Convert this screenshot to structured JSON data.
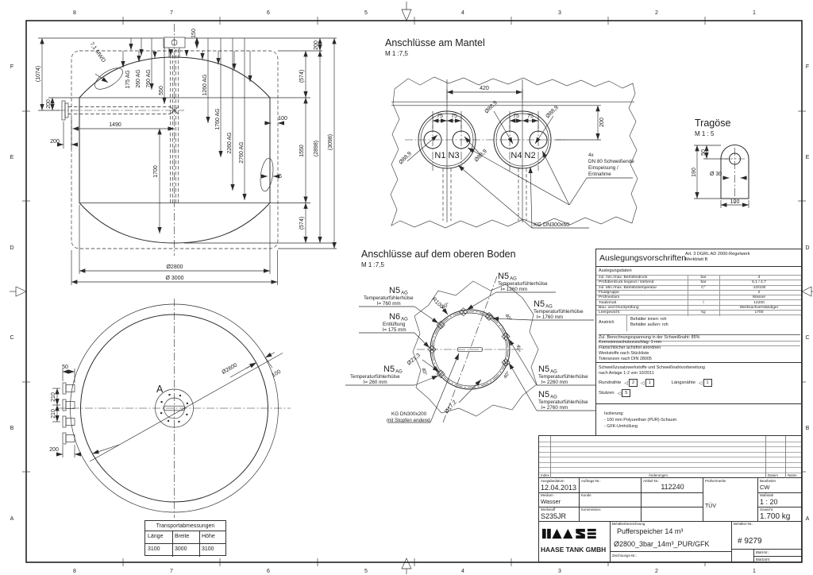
{
  "sheet": {
    "cols": [
      "8",
      "7",
      "6",
      "5",
      "4",
      "3",
      "2",
      "1"
    ],
    "rows": [
      "F",
      "E",
      "D",
      "C",
      "B",
      "A"
    ]
  },
  "elevation": {
    "mwd": "7,1 MWD",
    "dims": {
      "d150": "150",
      "d1074": "(1074)",
      "d200a": "200",
      "d200b": "200",
      "d1490": "1490",
      "d175": "175 AG",
      "d260": "260 AG",
      "d760": "760 AG",
      "d550": "550",
      "d1260": "1260 AG",
      "d1760": "1760 AG",
      "d2260": "2260 AG",
      "d2760": "2760 AG",
      "d1700": "1700",
      "d100": "100",
      "d6": "6",
      "d574a": "(574)",
      "d1550": "1550",
      "d574b": "(574)",
      "d2898": "(2898)",
      "d3098": "(3098)",
      "d200c": "200",
      "d2800": "Ø2800",
      "d3000": "Ø 3000"
    }
  },
  "mantel": {
    "title": "Anschlüsse am Mantel",
    "scale": "M 1 :7,5",
    "d420": "420",
    "d200": "200",
    "d75": "75",
    "dia": "Ø88,9",
    "n13": "N1 N3",
    "n42": "N4 N2",
    "note": [
      "4x",
      "DN 80 Schweißende",
      "Einspeisung /",
      "Entnahme"
    ],
    "kg": "KG DN300x60"
  },
  "tragoese": {
    "title": "Tragöse",
    "scale": "M 1 : 5",
    "d50": "50",
    "d190": "190",
    "d30": "Ø 30",
    "d100": "100"
  },
  "boden": {
    "title": "Anschlüsse auf dem oberen Boden",
    "scale": "M 1 :7,5",
    "labels": [
      {
        "tag": "N5",
        "sub": "AG",
        "l1": "Temperaturfühlerhülse",
        "l2": "l= 1260 mm"
      },
      {
        "tag": "N5",
        "sub": "AG",
        "l1": "Temperaturfühlerhülse",
        "l2": "l= 760 mm"
      },
      {
        "tag": "N6",
        "sub": "AG",
        "l1": "Entlüftung",
        "l2": "l= 175 mm"
      },
      {
        "tag": "N5",
        "sub": "AG",
        "l1": "Temperaturfühlerhülse",
        "l2": "l= 260 mm"
      },
      {
        "tag": "N5",
        "sub": "AG",
        "l1": "Temperaturfühlerhülse",
        "l2": "l= 1760 mm"
      },
      {
        "tag": "N5",
        "sub": "AG",
        "l1": "Temperaturfühlerhülse",
        "l2": "l= 2260 mm"
      },
      {
        "tag": "N5",
        "sub": "AG",
        "l1": "Temperaturfühlerhülse",
        "l2": "l= 2760 mm"
      }
    ],
    "kg1": "KG DN300x200",
    "kg2": "mit Stopfen endend",
    "r100": "R100",
    "d213": "Ø21,3",
    "d172": "Ø17,2",
    "a40": "40°"
  },
  "topview": {
    "a": "A",
    "d2800": "Ø2800",
    "d100": "100",
    "d50": "50",
    "d210a": "210",
    "d210b": "210",
    "d200": "200"
  },
  "transport": {
    "title": "Transportabmessungen",
    "headers": [
      "Länge",
      "Breite",
      "Höhe"
    ],
    "values": [
      "3100",
      "3000",
      "3100"
    ]
  },
  "spec": {
    "title": "Auslegungsvorschriften",
    "regulation1": "Art. 3 DGRL AD 2000-Regelwerk",
    "regulation2": "Merkblatt B",
    "section": "Auslegungsdaten",
    "rows": [
      {
        "name": "zul. min./max. Betriebsdruck",
        "unit": "bar",
        "value": "3"
      },
      {
        "name": "Prüfüberdruck liegend / stehend",
        "unit": "bar",
        "value": "5,1 / 4,7"
      },
      {
        "name": "zul. Min./max. Betriebstemperatur",
        "unit": "C°",
        "value": "-10/100"
      },
      {
        "name": "Fluidgruppe",
        "unit": "",
        "value": "2"
      },
      {
        "name": "Prüfmedium",
        "unit": "",
        "value": "Wasser"
      },
      {
        "name": "Totalinhalt",
        "unit": "l",
        "value": "14200"
      },
      {
        "name": "Bau- und Druckprüfung",
        "unit": "",
        "value": "Werksachverständiger"
      },
      {
        "name": "Leergewicht",
        "unit": "kg",
        "value": "1700"
      }
    ],
    "anstrich_label": "Anstrich",
    "anstrich_inner": "Behälter innen:  roh",
    "anstrich_outer": "Behälter außen:  roh",
    "notes": [
      "Zul. Berechnungsspannung in der Schweißnaht: 85%",
      "Korrosionsschutzzuschlag: 1 mm",
      "Flanschlöcher achsfrei anordnen",
      "Werkstoffe nach Stückliste",
      "Toleranzen nach DIN 28005"
    ],
    "weld_note1": "Schweißzusatzwerkstoffe und Schweißnahtvorbereitung",
    "weld_note2": "nach Anlage 1-2 von 10/2011",
    "rund_label": "Rundnähte",
    "rund_val1": "2",
    "rund_val2": "1",
    "laengs_label": "Längsnähte",
    "laengs_val": "1",
    "stutzen_label": "Stutzen",
    "stutzen_val": "5",
    "iso": [
      "Isolierung:",
      "- 100 mm Polyurethan (PUR)-Schaum",
      "- GFK-Umhüllung"
    ]
  },
  "titleblock": {
    "rev_headers": [
      "Index",
      "Änderungen",
      "Datum",
      "Name"
    ],
    "fields": {
      "ausgabedatum_label": "Ausgabedatum",
      "ausgabedatum": "12.04.2013",
      "auftrag_label": "Auftrags-Nr.:",
      "artikel_label": "Artikel-Nr.:",
      "artikel": "112240",
      "pruef_label": "Prüfvermerke",
      "pruef": "TÜV",
      "bearbeiter_label": "Bearbeiter",
      "bearbeiter": "CW",
      "medium_label": "Medium",
      "medium": "Wasser",
      "kunde_label": "Kunde",
      "massstab_label": "Maßstab",
      "massstab": "1 : 20",
      "werkstoff_label": "Werkstoff",
      "werkstoff": "S235JR",
      "kommission_label": "Kommission:",
      "gewicht_label": "Gewicht:",
      "gewicht": "1.700 kg",
      "bezeichnung_label": "Behälterbezeichnung",
      "bezeichnung1": "Pufferspeicher 14 m³",
      "bezeichnung2": "Ø2800_3bar_14m³_PUR/GFK",
      "behaelter_label": "Behälter-Nr.:",
      "behaelter": "# 9279",
      "zeichnung_label": "Zeichnungs-Nr.:",
      "blatt_label": "Blatt-Nr.:",
      "blattzahl_label": "Blattzahl:"
    },
    "company": "HAASE TANK GMBH"
  }
}
